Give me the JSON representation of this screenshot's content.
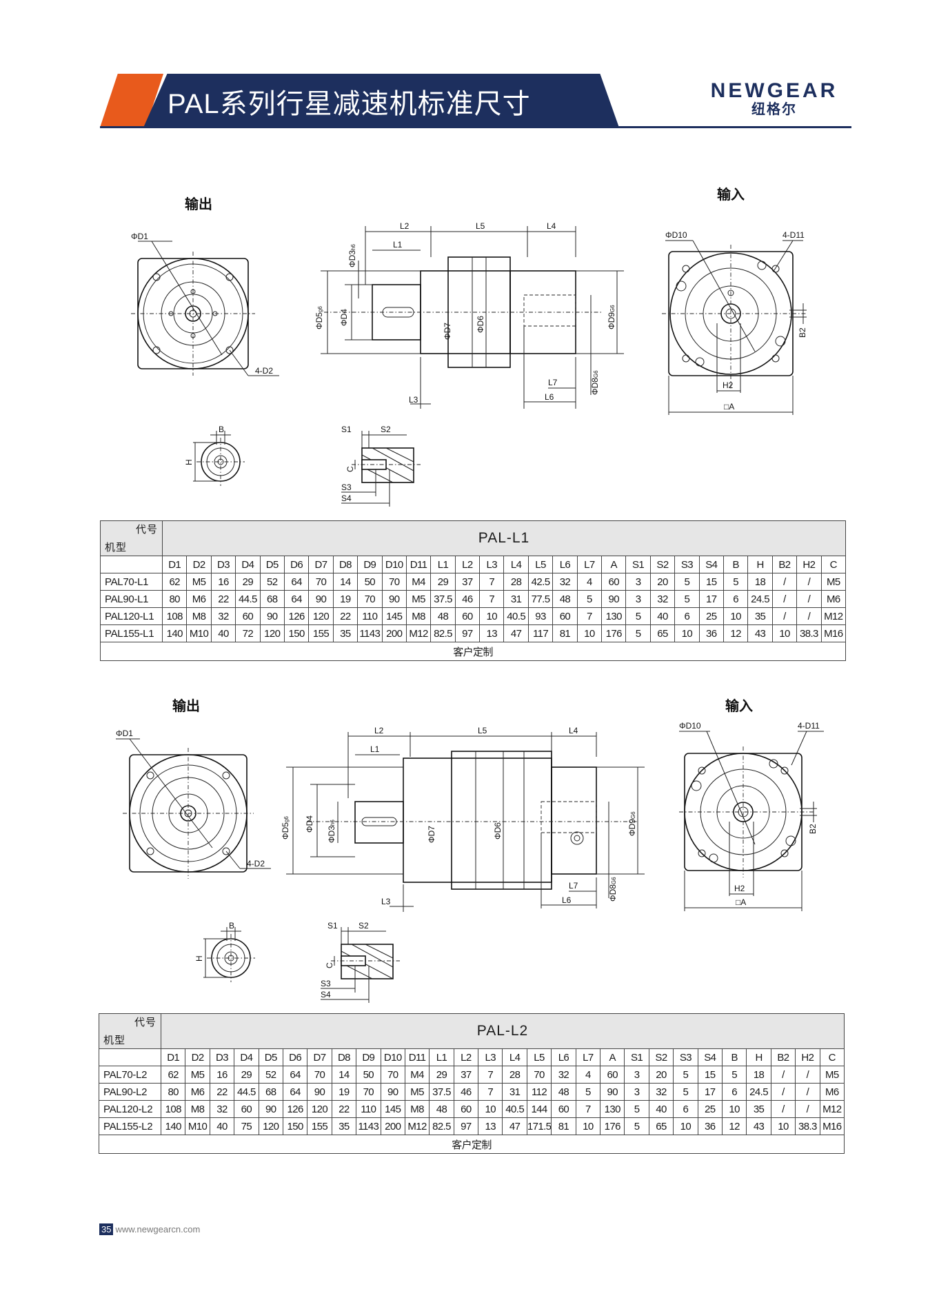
{
  "header": {
    "title": "PAL系列行星减速机标准尺寸",
    "brand_en": "NEWGEAR",
    "brand_cn": "纽格尔"
  },
  "section1": {
    "output_label": "输出",
    "input_label": "输入",
    "dims": {
      "d1": "ΦD1",
      "d2": "4-D2",
      "d3": "ΦD3",
      "d3s": "h6",
      "d4": "ΦD4",
      "d5": "ΦD5",
      "d5s": "g6",
      "d6": "ΦD6",
      "d7": "ΦD7",
      "d8": "ΦD8",
      "d8s": "G6",
      "d9": "ΦD9",
      "d9s": "G6",
      "d10": "ΦD10",
      "d11": "4-D11",
      "l1": "L1",
      "l2": "L2",
      "l3": "L3",
      "l4": "L4",
      "l5": "L5",
      "l6": "L6",
      "l7": "L7",
      "h2": "H2",
      "b2": "B2",
      "a": "□A",
      "b": "B",
      "h": "H",
      "s1": "S1",
      "s2": "S2",
      "s3": "S3",
      "s4": "S4",
      "c": "C"
    }
  },
  "section2": {
    "output_label": "输出",
    "input_label": "输入"
  },
  "table_common": {
    "corner_top": "代号",
    "corner_bottom": "机型",
    "columns": [
      "D1",
      "D2",
      "D3",
      "D4",
      "D5",
      "D6",
      "D7",
      "D8",
      "D9",
      "D10",
      "D11",
      "L1",
      "L2",
      "L3",
      "L4",
      "L5",
      "L6",
      "L7",
      "A",
      "S1",
      "S2",
      "S3",
      "S4",
      "B",
      "H",
      "B2",
      "H2",
      "C"
    ],
    "footer": "客户定制"
  },
  "table_l1": {
    "title": "PAL-L1",
    "rows": [
      {
        "model": "PAL70-L1",
        "values": [
          "62",
          "M5",
          "16",
          "29",
          "52",
          "64",
          "70",
          "14",
          "50",
          "70",
          "M4",
          "29",
          "37",
          "7",
          "28",
          "42.5",
          "32",
          "4",
          "60",
          "3",
          "20",
          "5",
          "15",
          "5",
          "18",
          "/",
          "/",
          "M5"
        ]
      },
      {
        "model": "PAL90-L1",
        "values": [
          "80",
          "M6",
          "22",
          "44.5",
          "68",
          "64",
          "90",
          "19",
          "70",
          "90",
          "M5",
          "37.5",
          "46",
          "7",
          "31",
          "77.5",
          "48",
          "5",
          "90",
          "3",
          "32",
          "5",
          "17",
          "6",
          "24.5",
          "/",
          "/",
          "M6"
        ]
      },
      {
        "model": "PAL120-L1",
        "values": [
          "108",
          "M8",
          "32",
          "60",
          "90",
          "126",
          "120",
          "22",
          "110",
          "145",
          "M8",
          "48",
          "60",
          "10",
          "40.5",
          "93",
          "60",
          "7",
          "130",
          "5",
          "40",
          "6",
          "25",
          "10",
          "35",
          "/",
          "/",
          "M12"
        ]
      },
      {
        "model": "PAL155-L1",
        "values": [
          "140",
          "M10",
          "40",
          "72",
          "120",
          "150",
          "155",
          "35",
          "1143",
          "200",
          "M12",
          "82.5",
          "97",
          "13",
          "47",
          "117",
          "81",
          "10",
          "176",
          "5",
          "65",
          "10",
          "36",
          "12",
          "43",
          "10",
          "38.3",
          "M16"
        ]
      }
    ]
  },
  "table_l2": {
    "title": "PAL-L2",
    "rows": [
      {
        "model": "PAL70-L2",
        "values": [
          "62",
          "M5",
          "16",
          "29",
          "52",
          "64",
          "70",
          "14",
          "50",
          "70",
          "M4",
          "29",
          "37",
          "7",
          "28",
          "70",
          "32",
          "4",
          "60",
          "3",
          "20",
          "5",
          "15",
          "5",
          "18",
          "/",
          "/",
          "M5"
        ]
      },
      {
        "model": "PAL90-L2",
        "values": [
          "80",
          "M6",
          "22",
          "44.5",
          "68",
          "64",
          "90",
          "19",
          "70",
          "90",
          "M5",
          "37.5",
          "46",
          "7",
          "31",
          "112",
          "48",
          "5",
          "90",
          "3",
          "32",
          "5",
          "17",
          "6",
          "24.5",
          "/",
          "/",
          "M6"
        ]
      },
      {
        "model": "PAL120-L2",
        "values": [
          "108",
          "M8",
          "32",
          "60",
          "90",
          "126",
          "120",
          "22",
          "110",
          "145",
          "M8",
          "48",
          "60",
          "10",
          "40.5",
          "144",
          "60",
          "7",
          "130",
          "5",
          "40",
          "6",
          "25",
          "10",
          "35",
          "/",
          "/",
          "M12"
        ]
      },
      {
        "model": "PAL155-L2",
        "values": [
          "140",
          "M10",
          "40",
          "75",
          "120",
          "150",
          "155",
          "35",
          "1143",
          "200",
          "M12",
          "82.5",
          "97",
          "13",
          "47",
          "171.5",
          "81",
          "10",
          "176",
          "5",
          "65",
          "10",
          "36",
          "12",
          "43",
          "10",
          "38.3",
          "M16"
        ]
      }
    ]
  },
  "footer": {
    "page_number": "35",
    "website": "www.newgearcn.com"
  }
}
